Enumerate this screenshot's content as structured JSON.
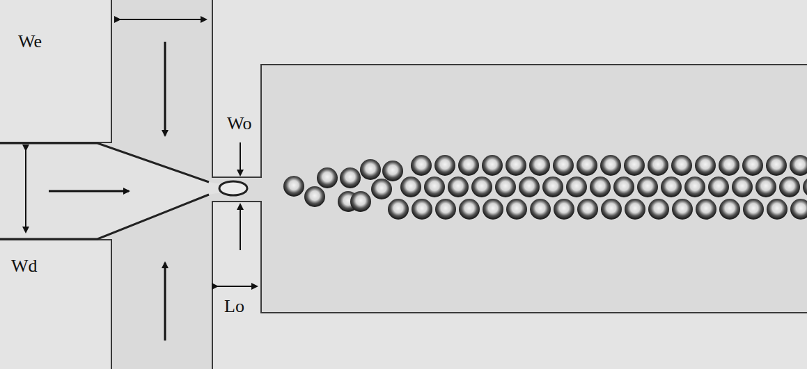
{
  "diagram": {
    "labels": [
      "We",
      "Wd",
      "Wo",
      "Lo"
    ]
  }
}
